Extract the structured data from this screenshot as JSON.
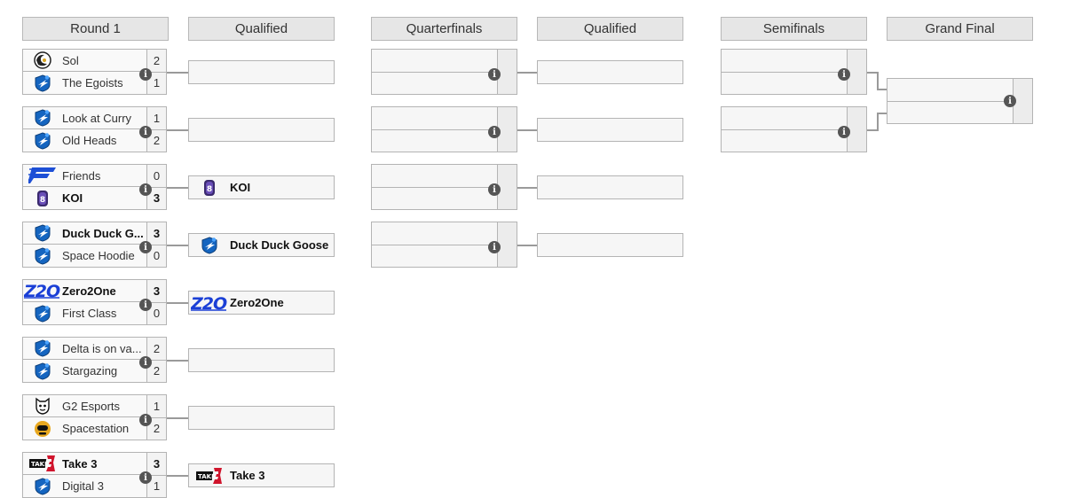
{
  "headers": {
    "round1": "Round 1",
    "qualified1": "Qualified",
    "quarterfinals": "Quarterfinals",
    "qualified2": "Qualified",
    "semifinals": "Semifinals",
    "grand_final": "Grand Final"
  },
  "info_glyph": "i",
  "round1": [
    {
      "t1": {
        "name": "Sol",
        "score": "2",
        "logo": "sol-logo"
      },
      "t2": {
        "name": "The Egoists",
        "score": "1",
        "logo": "rocket-league-logo"
      },
      "winner": 0
    },
    {
      "t1": {
        "name": "Look at Curry",
        "score": "1",
        "logo": "rocket-league-logo"
      },
      "t2": {
        "name": "Old Heads",
        "score": "2",
        "logo": "rocket-league-logo"
      },
      "winner": 0
    },
    {
      "t1": {
        "name": "Friends",
        "score": "0",
        "logo": "friends-logo"
      },
      "t2": {
        "name": "KOI",
        "score": "3",
        "logo": "koi-logo"
      },
      "winner": 2
    },
    {
      "t1": {
        "name": "Duck Duck G...",
        "score": "3",
        "logo": "rocket-league-logo"
      },
      "t2": {
        "name": "Space Hoodie",
        "score": "0",
        "logo": "rocket-league-logo"
      },
      "winner": 1
    },
    {
      "t1": {
        "name": "Zero2One",
        "score": "3",
        "logo": "z2o-logo"
      },
      "t2": {
        "name": "First Class",
        "score": "0",
        "logo": "rocket-league-logo"
      },
      "winner": 1
    },
    {
      "t1": {
        "name": "Delta is on va...",
        "score": "2",
        "logo": "rocket-league-logo"
      },
      "t2": {
        "name": "Stargazing",
        "score": "2",
        "logo": "rocket-league-logo"
      },
      "winner": 0
    },
    {
      "t1": {
        "name": "G2 Esports",
        "score": "1",
        "logo": "g2-logo"
      },
      "t2": {
        "name": "Spacestation",
        "score": "2",
        "logo": "spacestation-logo"
      },
      "winner": 0
    },
    {
      "t1": {
        "name": "Take 3",
        "score": "3",
        "logo": "take3-logo"
      },
      "t2": {
        "name": "Digital 3",
        "score": "1",
        "logo": "rocket-league-logo"
      },
      "winner": 1
    }
  ],
  "qualified1": [
    {
      "name": "",
      "logo": ""
    },
    {
      "name": "",
      "logo": ""
    },
    {
      "name": "KOI",
      "logo": "koi-logo"
    },
    {
      "name": "Duck Duck Goose",
      "logo": "rocket-league-logo"
    },
    {
      "name": "Zero2One",
      "logo": "z2o-logo"
    },
    {
      "name": "",
      "logo": ""
    },
    {
      "name": "",
      "logo": ""
    },
    {
      "name": "Take 3",
      "logo": "take3-logo"
    }
  ],
  "colors": {
    "header_bg": "#e6e6e6",
    "border": "#b4b4b4",
    "connector": "#9a9a9a",
    "info_icon": "#555555",
    "rl_blue": "#1565c0",
    "koi_purple": "#3a2a6e",
    "z2o_blue": "#1a3fd6",
    "take3_red": "#d0142c"
  }
}
